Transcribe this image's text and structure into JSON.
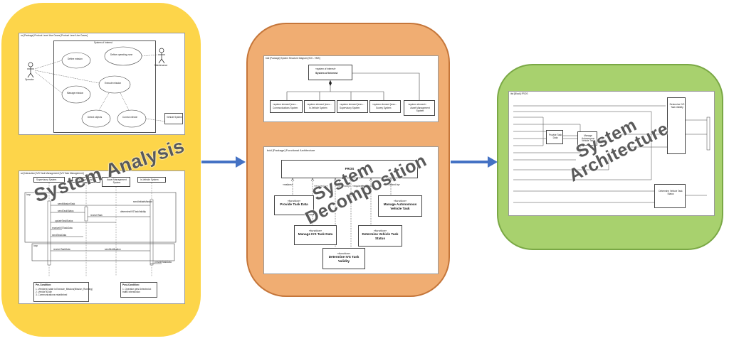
{
  "stages": [
    {
      "label": "System Analysis",
      "color": "#fdd54a"
    },
    {
      "label": "System Decomposition",
      "color": "#f0ad72"
    },
    {
      "label": "System Architecture",
      "color": "#a8d16e"
    }
  ],
  "analysis": {
    "usecase": {
      "title": "uc [Package] Product Level Use Cases [Product Level Use Cases]",
      "system_label": "System of Interest",
      "actors": [
        "Operator",
        "Maintenance"
      ],
      "cases": [
        "Define mission",
        "Define operating zone",
        "Execute mission",
        "Manage mission",
        "Detect objects",
        "Control vehicle"
      ],
      "note": "Vehicle System"
    },
    "sequence": {
      "title": "sd [Interaction] IVS Task Management [IVS Task Management]",
      "lifelines": [
        "Supervisory System",
        "Autonomous System",
        "Asset Management System",
        "In-Vehicle System"
      ],
      "fragments": [
        "loop",
        "loop"
      ],
      "messages": [
        "sendInitiateMission",
        "sendMissionTask",
        "determineIVSTaskValidity",
        "sendTaskStatus",
        "receiveTask",
        "updateTaskStatus",
        "receiveIVSTaskData",
        "sendTaskData",
        "receiveTaskData",
        "sendNotification",
        "provideTaskData"
      ],
      "pre_title": "Pre-Condition:",
      "pre_lines": [
        "1. Vehicle(s) state is Execute_Mission(Mission_Running)",
        "2. Vehicle is idle",
        "3. Communications established"
      ],
      "post_title": "Post-Condition:",
      "post_lines": [
        "1. Operator gets Detected at",
        "traffic intersection"
      ]
    }
  },
  "decomposition": {
    "bdd": {
      "title": "bdd [Package] System Structure Diagram [SOI - VMS]",
      "root_stereotype": "«system of interest»",
      "root_name": "System of Interest",
      "children": [
        {
          "stereotype": "«system element [enro...",
          "name": "Communications System"
        },
        {
          "stereotype": "«system element [enro...",
          "name": "In-Vehicle System"
        },
        {
          "stereotype": "«system element [enro...",
          "name": "Supervisory System"
        },
        {
          "stereotype": "«system element [enro...",
          "name": "Survey System"
        },
        {
          "stereotype": "«system element»",
          "name": "Asset Management System"
        }
      ]
    },
    "functional": {
      "title": "bdd [Package] Functional Architecture",
      "root_name": "FROS",
      "dep_labels": [
        "«realizes»",
        "«required by»",
        "«required by»",
        "«required by»",
        "«required by»",
        "«realized by»"
      ],
      "functions": [
        {
          "stereotype": "«function»",
          "name": "Provide Task Data"
        },
        {
          "stereotype": "«function»",
          "name": "Manage Autonomous Vehicle Task"
        },
        {
          "stereotype": "«function»",
          "name": "Manage IVS Task Data"
        },
        {
          "stereotype": "«function»",
          "name": "Determine Vehicle Task Status"
        },
        {
          "stereotype": "«function»",
          "name": "Determine IVS Task Validity"
        }
      ]
    }
  },
  "architecture": {
    "title": "ibd [Block] FROS",
    "blocks": [
      "Provide Task Data",
      "Manage Autonomous Vehicle Task",
      "Determine IVS Task Validity",
      "Determine Vehicle Task Status"
    ]
  }
}
